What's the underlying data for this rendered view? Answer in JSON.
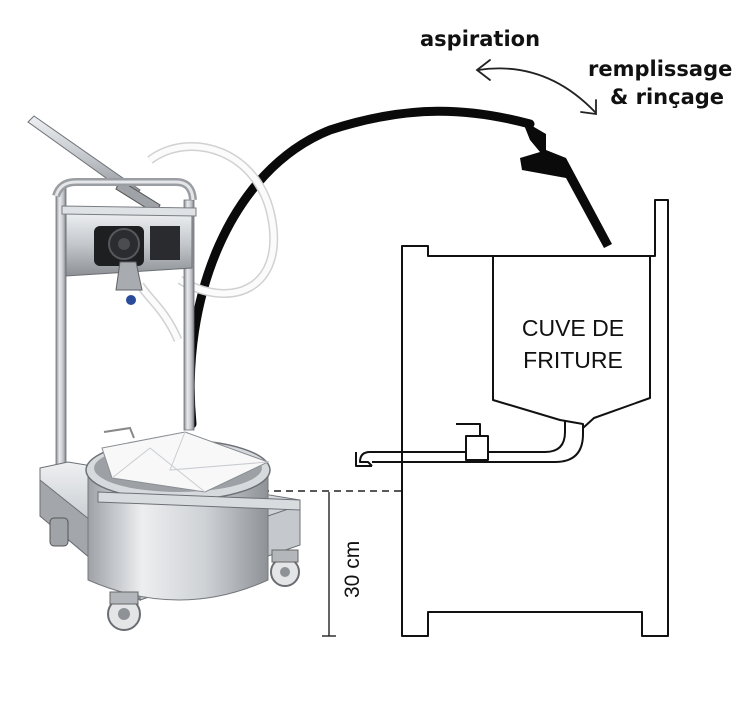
{
  "labels": {
    "aspiration": "aspiration",
    "remplissage_line1": "remplissage",
    "remplissage_line2": "& rinçage",
    "tank_line1": "CUVE DE",
    "tank_line2": "FRITURE",
    "height": "30 cm"
  },
  "colors": {
    "hose": "#0a0a0a",
    "steel_light": "#e6e8ea",
    "steel_mid": "#b9bdc1",
    "steel_dark": "#7d8186",
    "outline": "#111111",
    "white_hose": "#f4f4f4"
  },
  "icons": {
    "arrow": "curved-double-arrow-icon",
    "wheel": "caster-wheel-icon",
    "pump": "pump-motor-icon"
  }
}
